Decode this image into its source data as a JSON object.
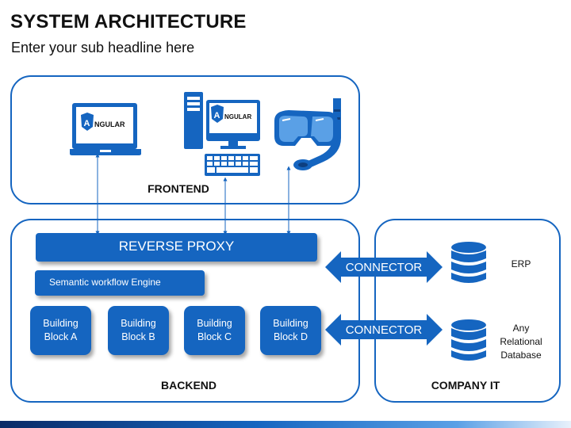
{
  "slide": {
    "title": "SYSTEM ARCHITECTURE",
    "subtitle": "Enter your sub headline here"
  },
  "frontend": {
    "label": "FRONTEND",
    "laptop_badge_letter": "A",
    "laptop_badge_text": "NGULAR",
    "desktop_badge_letter": "A",
    "desktop_badge_text": "NGULAR",
    "icons": [
      "laptop-icon",
      "desktop-computer-icon",
      "snorkel-mask-icon"
    ]
  },
  "backend": {
    "label": "BACKEND",
    "reverse_proxy": "REVERSE PROXY",
    "workflow_engine": "Semantic workflow Engine",
    "blocks": [
      "Building\nBlock A",
      "Building\nBlock B",
      "Building\nBlock C",
      "Building\nBlock D"
    ]
  },
  "connectors": [
    "CONNECTOR",
    "CONNECTOR"
  ],
  "company_it": {
    "label": "COMPANY IT",
    "databases": [
      "ERP",
      "Any\nRelational\nDatabase"
    ]
  },
  "colors": {
    "primary_blue": "#1565c0",
    "text": "#111111",
    "background": "#ffffff"
  }
}
